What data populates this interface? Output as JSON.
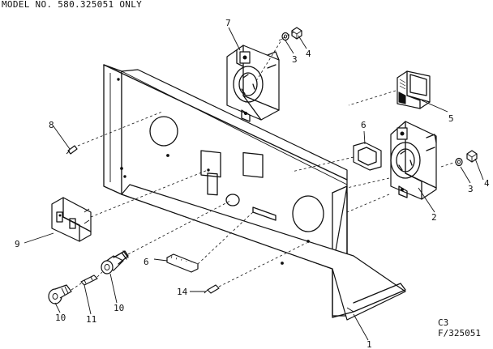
{
  "header": {
    "model_text": "MODEL NO. 580.325051 ONLY"
  },
  "callouts": {
    "c1": "1",
    "c2": "2",
    "c3a": "3",
    "c3b": "3",
    "c4a": "4",
    "c4b": "4",
    "c5": "5",
    "c6a": "6",
    "c6b": "6",
    "c7": "7",
    "c8": "8",
    "c9": "9",
    "c10a": "10",
    "c10b": "10",
    "c11": "11",
    "c14": "14"
  },
  "footer": {
    "code_line1": "C3",
    "code_line2": "F/325051"
  },
  "parts": [
    "panel",
    "receptacle",
    "lockwasher",
    "nut",
    "switch",
    "gasket",
    "twist-lock-receptacle",
    "screw",
    "duplex-receptacle",
    "fuse-holder",
    "fuse",
    "fuse-holder-knob",
    "screw"
  ]
}
